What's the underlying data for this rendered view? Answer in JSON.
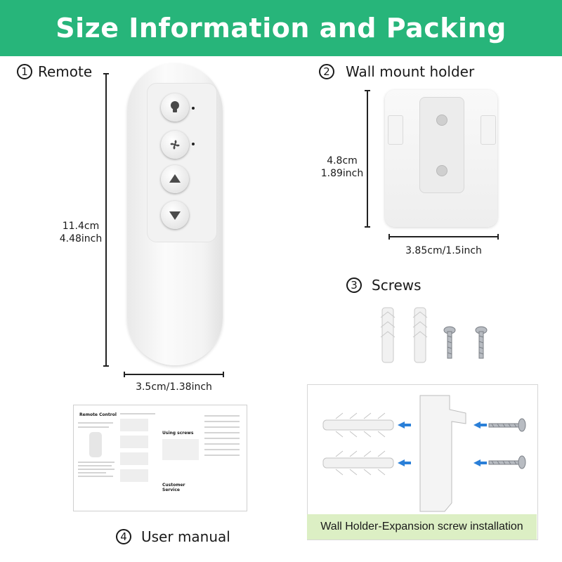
{
  "header": {
    "title": "Size Information and Packing",
    "background": "#27b57a"
  },
  "remote": {
    "number": "1",
    "label": "Remote",
    "height_cm": "11.4cm",
    "height_inch": "4.48inch",
    "width_text": "3.5cm/1.38inch",
    "buttons": [
      "light-bulb-icon",
      "fan-icon",
      "arrow-up-icon",
      "arrow-down-icon"
    ]
  },
  "holder": {
    "number": "2",
    "label": "Wall mount holder",
    "height_cm": "4.8cm",
    "height_inch": "1.89inch",
    "width_text": "3.85cm/1.5inch"
  },
  "screws": {
    "number": "3",
    "label": "Screws"
  },
  "manual": {
    "number": "4",
    "label": "User manual",
    "page_title": "Remote Control",
    "section_using": "Using screws",
    "section_service": "Customer Service"
  },
  "install": {
    "caption": "Wall Holder-Expansion screw installation",
    "caption_bg": "#dcefc4",
    "arrow_color": "#2a7fd8"
  }
}
